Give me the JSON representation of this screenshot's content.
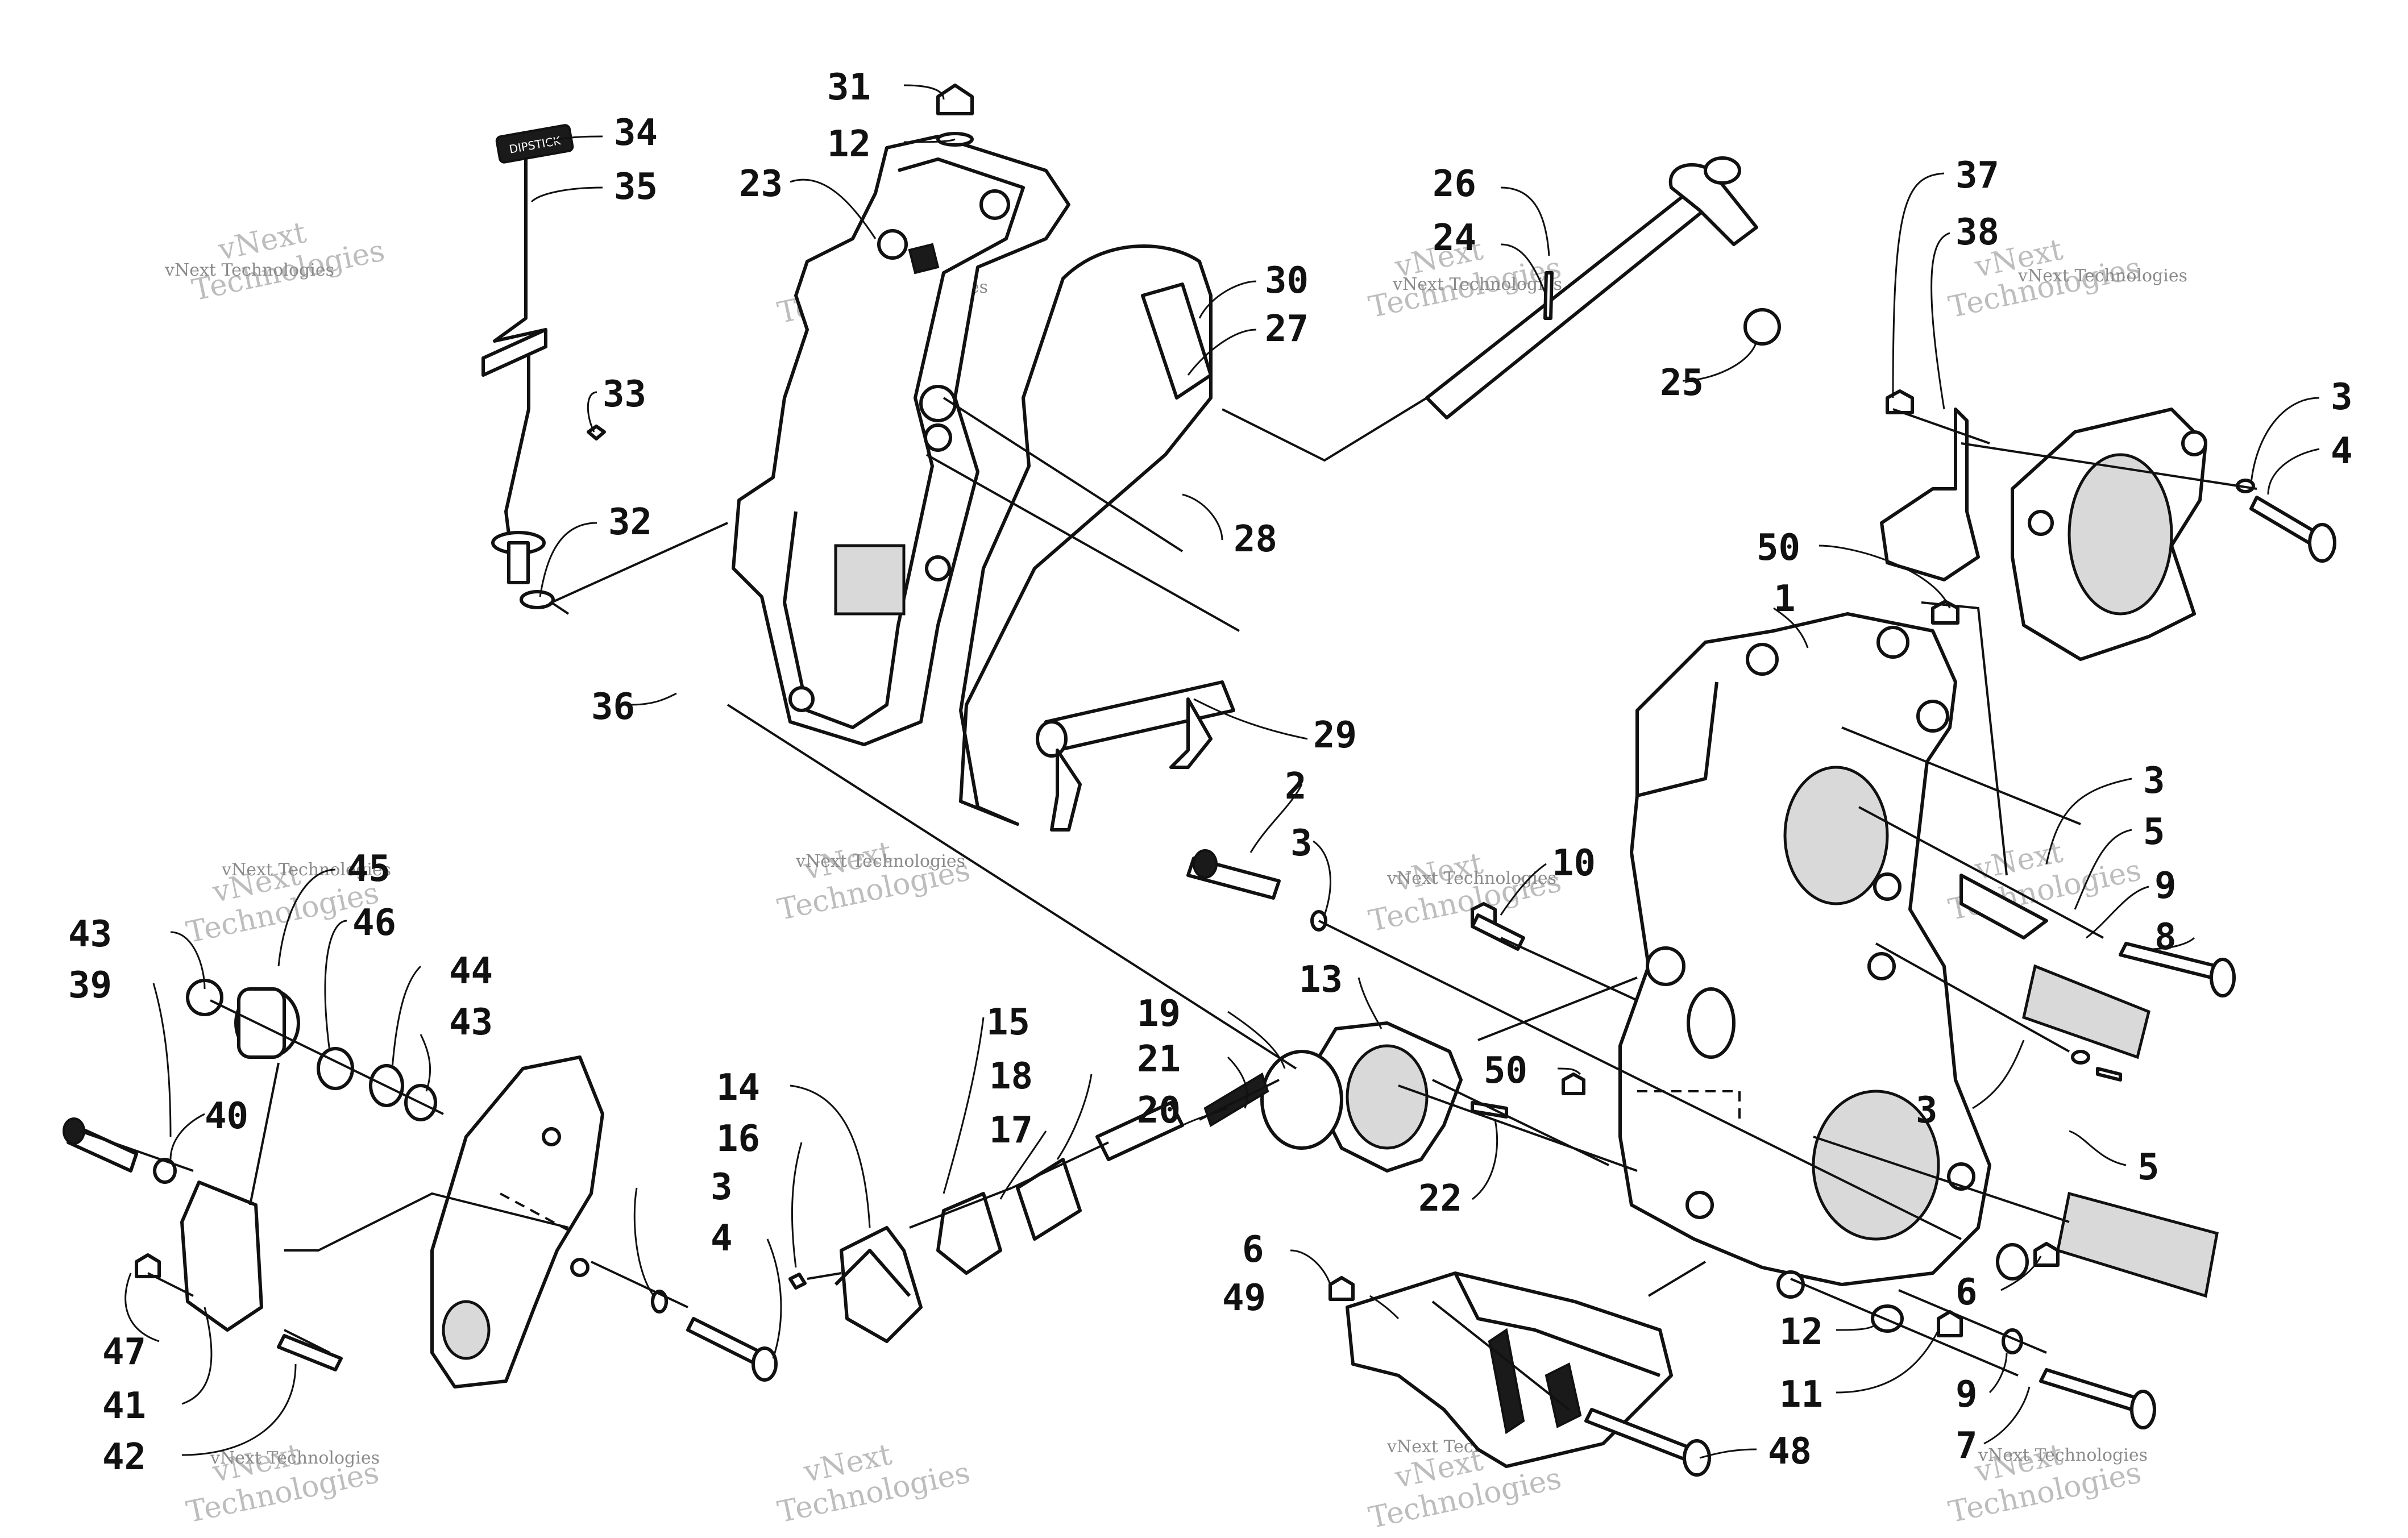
{
  "callouts": {
    "c31": "31",
    "c12a": "12",
    "c34": "34",
    "c35": "35",
    "c23": "23",
    "c26": "26",
    "c24": "24",
    "c30": "30",
    "c27": "27",
    "c25": "25",
    "c37": "37",
    "c38": "38",
    "c3a": "3",
    "c4a": "4",
    "c33": "33",
    "c32": "32",
    "c28": "28",
    "c50a": "50",
    "c1": "1",
    "c36": "36",
    "c29": "29",
    "c3b": "3",
    "c5a": "5",
    "c9a": "9",
    "c8": "8",
    "c2": "2",
    "c3c": "3",
    "c10": "10",
    "c45": "45",
    "c43a": "43",
    "c46": "46",
    "c44": "44",
    "c39": "39",
    "c43b": "43",
    "c40": "40",
    "c15": "15",
    "c19": "19",
    "c13": "13",
    "c18": "18",
    "c21": "21",
    "c17": "17",
    "c14": "14",
    "c20": "20",
    "c50b": "50",
    "c16": "16",
    "c3d": "3",
    "c5b": "5",
    "c3e": "3",
    "c22": "22",
    "c4b": "4",
    "c6a": "6",
    "c6b": "6",
    "c49": "49",
    "c12b": "12",
    "c47": "47",
    "c11": "11",
    "c9b": "9",
    "c41": "41",
    "c48": "48",
    "c7": "7",
    "c42": "42"
  },
  "watermark": {
    "line_small": "vNext Technologies",
    "line_big_1": "vNext",
    "line_big_2": "Technologies"
  },
  "dipstick_label": "DIPSTICK",
  "colors": {
    "ink": "#111111",
    "watermark": "#bdbdbd",
    "background": "#ffffff"
  }
}
